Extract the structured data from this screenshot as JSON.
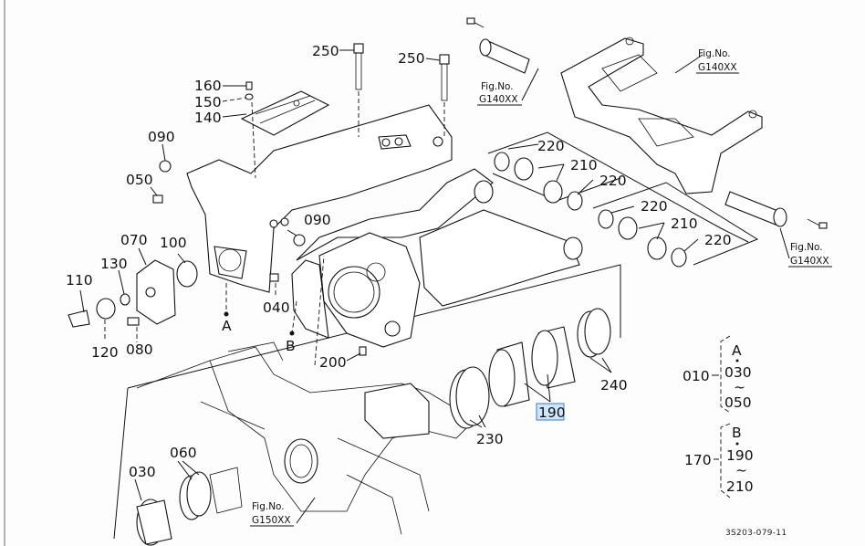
{
  "diagram": {
    "drawing_code": "3S203-079-11",
    "highlighted_part": "190",
    "part_labels": {
      "p250a": "250",
      "p250b": "250",
      "p160": "160",
      "p150": "150",
      "p140": "140",
      "p090a": "090",
      "p050": "050",
      "p090b": "090",
      "p070": "070",
      "p100": "100",
      "p130": "130",
      "p110": "110",
      "p120": "120",
      "p080": "080",
      "p040": "040",
      "p200": "200",
      "p220a": "220",
      "p210a": "210",
      "p220b": "220",
      "p220c": "220",
      "p210b": "210",
      "p220d": "220",
      "p240": "240",
      "p190": "190",
      "p230": "230",
      "p060": "060",
      "p030": "030"
    },
    "markers": {
      "a": "A",
      "b": "B"
    },
    "figure_refs": [
      {
        "line1": "Fig.No.",
        "line2": "G140XX"
      },
      {
        "line1": "Fig.No.",
        "line2": "G140XX"
      },
      {
        "line1": "Fig.No.",
        "line2": "G140XX"
      },
      {
        "line1": "Fig.No.",
        "line2": "G150XX"
      }
    ],
    "assembly_groups": [
      {
        "number": "010",
        "marker": "A",
        "from": "030",
        "sep": "~",
        "to": "050"
      },
      {
        "number": "170",
        "marker": "B",
        "from": "190",
        "sep": "~",
        "to": "210"
      }
    ]
  }
}
